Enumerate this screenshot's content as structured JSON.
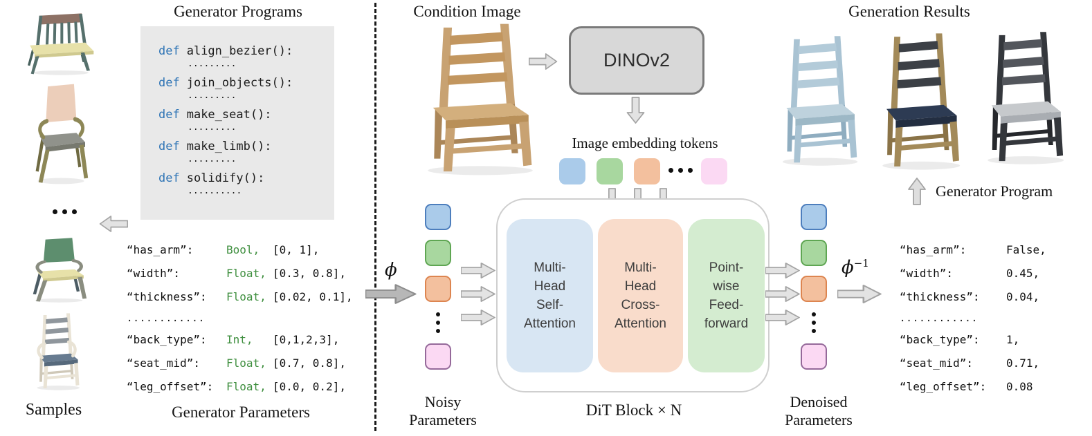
{
  "palette": {
    "token_blue": "#aacbea",
    "token_green": "#a8d79f",
    "token_orange": "#f3c09e",
    "token_pink": "#fbd9f3",
    "token_blue_border": "#4d7ebd",
    "token_green_border": "#5fa653",
    "token_orange_border": "#dd8550",
    "token_pink_border": "#95699a",
    "block_blue": "#d8e6f3",
    "block_orange": "#f9dccb",
    "block_green": "#d4ecd0",
    "code_keyword_blue": "#2e74b5",
    "type_green": "#3f8f3f",
    "code_box_gray": "#e9e9e9",
    "dino_gray": "#d8d8d8"
  },
  "left": {
    "programs_title": "Generator Programs",
    "samples_label": "Samples",
    "params_title": "Generator Parameters",
    "code": [
      {
        "kw": "def",
        "name": "align_bezier():",
        "dots": "........."
      },
      {
        "kw": "def",
        "name": "join_objects():",
        "dots": "........."
      },
      {
        "kw": "def",
        "name": "make_seat():",
        "dots": "........."
      },
      {
        "kw": "def",
        "name": "make_limb():",
        "dots": "........."
      },
      {
        "kw": "def",
        "name": "solidify():",
        "dots": ".........."
      }
    ],
    "params": [
      {
        "key": "“has_arm”:",
        "type": "Bool,",
        "range": "[0, 1],"
      },
      {
        "key": "“width”:",
        "type": "Float,",
        "range": "[0.3, 0.8],"
      },
      {
        "key": "“thickness”:",
        "type": "Float,",
        "range": "[0.02, 0.1],"
      },
      {
        "key": "“back_type”:",
        "type": "Int,",
        "range": "[0,1,2,3],"
      },
      {
        "key": "“seat_mid”:",
        "type": "Float,",
        "range": "[0.7, 0.8],"
      },
      {
        "key": "“leg_offset”:",
        "type": "Float,",
        "range": "[0.0, 0.2],"
      }
    ],
    "params_dots": "............"
  },
  "middle": {
    "condition_title": "Condition Image",
    "dino_label": "DINOv2",
    "tokens_label": "Image embedding tokens",
    "phi": "ϕ",
    "phi_inv_base": "ϕ",
    "phi_inv_sup": "−1",
    "noisy_line1": "Noisy",
    "noisy_line2": "Parameters",
    "denoised_line1": "Denoised",
    "denoised_line2": "Parameters",
    "dit_label": "DiT Block × N",
    "blocks": [
      {
        "l1": "Multi-",
        "l2": "Head",
        "l3": "Self-",
        "l4": "Attention"
      },
      {
        "l1": "Multi-",
        "l2": "Head",
        "l3": "Cross-",
        "l4": "Attention"
      },
      {
        "l1": "Point-",
        "l2": "wise",
        "l3": "Feed-",
        "l4": "forward"
      }
    ]
  },
  "right": {
    "results_title": "Generation Results",
    "program_label": "Generator Program",
    "outputs": [
      {
        "key": "“has_arm”:",
        "value": "False,"
      },
      {
        "key": "“width”:",
        "value": "0.45,"
      },
      {
        "key": "“thickness”:",
        "value": "0.04,"
      },
      {
        "key": "“back_type”:",
        "value": "1,"
      },
      {
        "key": "“seat_mid”:",
        "value": "0.71,"
      },
      {
        "key": "“leg_offset”:",
        "value": "0.08"
      }
    ],
    "outputs_dots": "............"
  }
}
